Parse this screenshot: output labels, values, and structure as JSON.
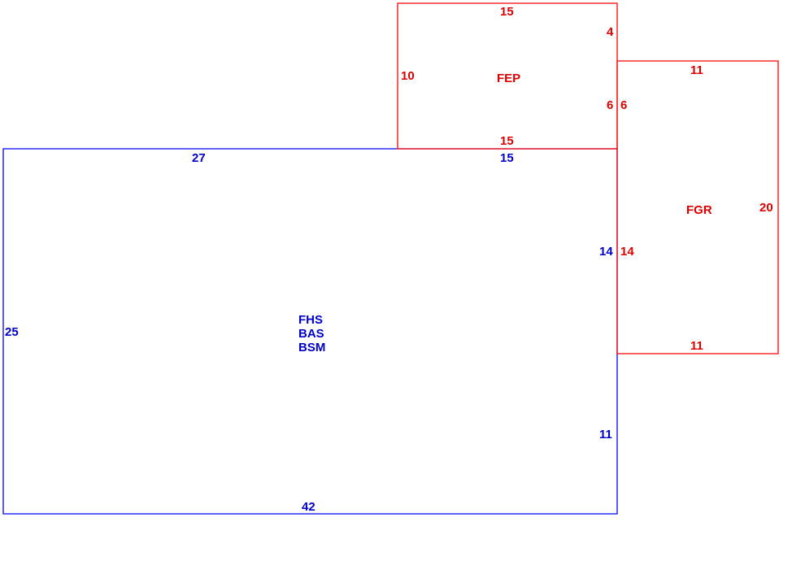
{
  "colors": {
    "main_structure": "#0000ff",
    "attached_structure": "#ff0000"
  },
  "main_structure": {
    "codes": [
      "FHS",
      "BAS",
      "BSM"
    ],
    "dims": {
      "top_left": "27",
      "top_right": "15",
      "left": "25",
      "right_upper": "14",
      "right_lower": "11",
      "bottom": "42"
    }
  },
  "porch": {
    "code": "FEP",
    "dims": {
      "top": "15",
      "bottom": "15",
      "left": "10",
      "right_upper": "4",
      "right_lower": "6"
    }
  },
  "garage": {
    "code": "FGR",
    "dims": {
      "top": "11",
      "bottom": "11",
      "right": "20",
      "left_upper": "6",
      "left_lower": "14"
    }
  }
}
